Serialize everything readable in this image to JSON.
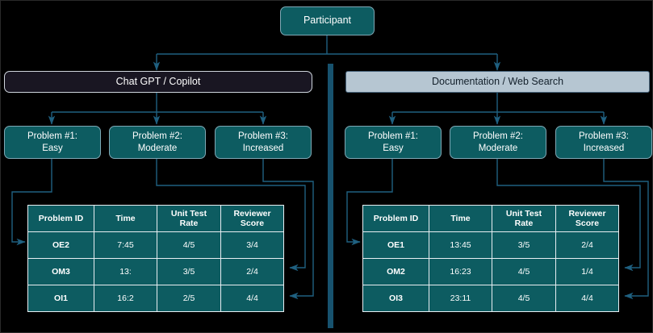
{
  "meta": {
    "accent_teal": "#0d5c61",
    "accent_dark": "#191622",
    "accent_light": "#b6c6d2",
    "divider_blue": "#17526e",
    "wire_blue": "#1f6080",
    "background": "#000000"
  },
  "root": {
    "label": "Participant"
  },
  "branches": [
    {
      "id": "chat",
      "label": "Chat GPT / Copilot",
      "problems": [
        {
          "line1": "Problem #1:",
          "line2": "Easy"
        },
        {
          "line1": "Problem #2:",
          "line2": "Moderate"
        },
        {
          "line1": "Problem #3:",
          "line2": "Increased"
        }
      ],
      "table": {
        "headers": [
          "Problem ID",
          "Time",
          "Unit Test Rate",
          "Reviewer Score"
        ],
        "header_lines": [
          [
            "Problem ID"
          ],
          [
            "Time"
          ],
          [
            "Unit Test",
            "Rate"
          ],
          [
            "Reviewer",
            "Score"
          ]
        ],
        "rows": [
          {
            "problem_id": "OE2",
            "time": "7:45",
            "unit_test_rate": "4/5",
            "reviewer_score": "3/4"
          },
          {
            "problem_id": "OM3",
            "time": "13:",
            "unit_test_rate": "3/5",
            "reviewer_score": "2/4"
          },
          {
            "problem_id": "OI1",
            "time": "16:2",
            "unit_test_rate": "2/5",
            "reviewer_score": "4/4"
          }
        ]
      }
    },
    {
      "id": "docs",
      "label": "Documentation / Web Search",
      "problems": [
        {
          "line1": "Problem #1:",
          "line2": "Easy"
        },
        {
          "line1": "Problem #2:",
          "line2": "Moderate"
        },
        {
          "line1": "Problem #3:",
          "line2": "Increased"
        }
      ],
      "table": {
        "headers": [
          "Problem ID",
          "Time",
          "Unit Test Rate",
          "Reviewer Score"
        ],
        "header_lines": [
          [
            "Problem ID"
          ],
          [
            "Time"
          ],
          [
            "Unit Test",
            "Rate"
          ],
          [
            "Reviewer",
            "Score"
          ]
        ],
        "rows": [
          {
            "problem_id": "OE1",
            "time": "13:45",
            "unit_test_rate": "3/5",
            "reviewer_score": "2/4"
          },
          {
            "problem_id": "OM2",
            "time": "16:23",
            "unit_test_rate": "4/5",
            "reviewer_score": "1/4"
          },
          {
            "problem_id": "OI3",
            "time": "23:11",
            "unit_test_rate": "4/5",
            "reviewer_score": "4/4"
          }
        ]
      }
    }
  ]
}
